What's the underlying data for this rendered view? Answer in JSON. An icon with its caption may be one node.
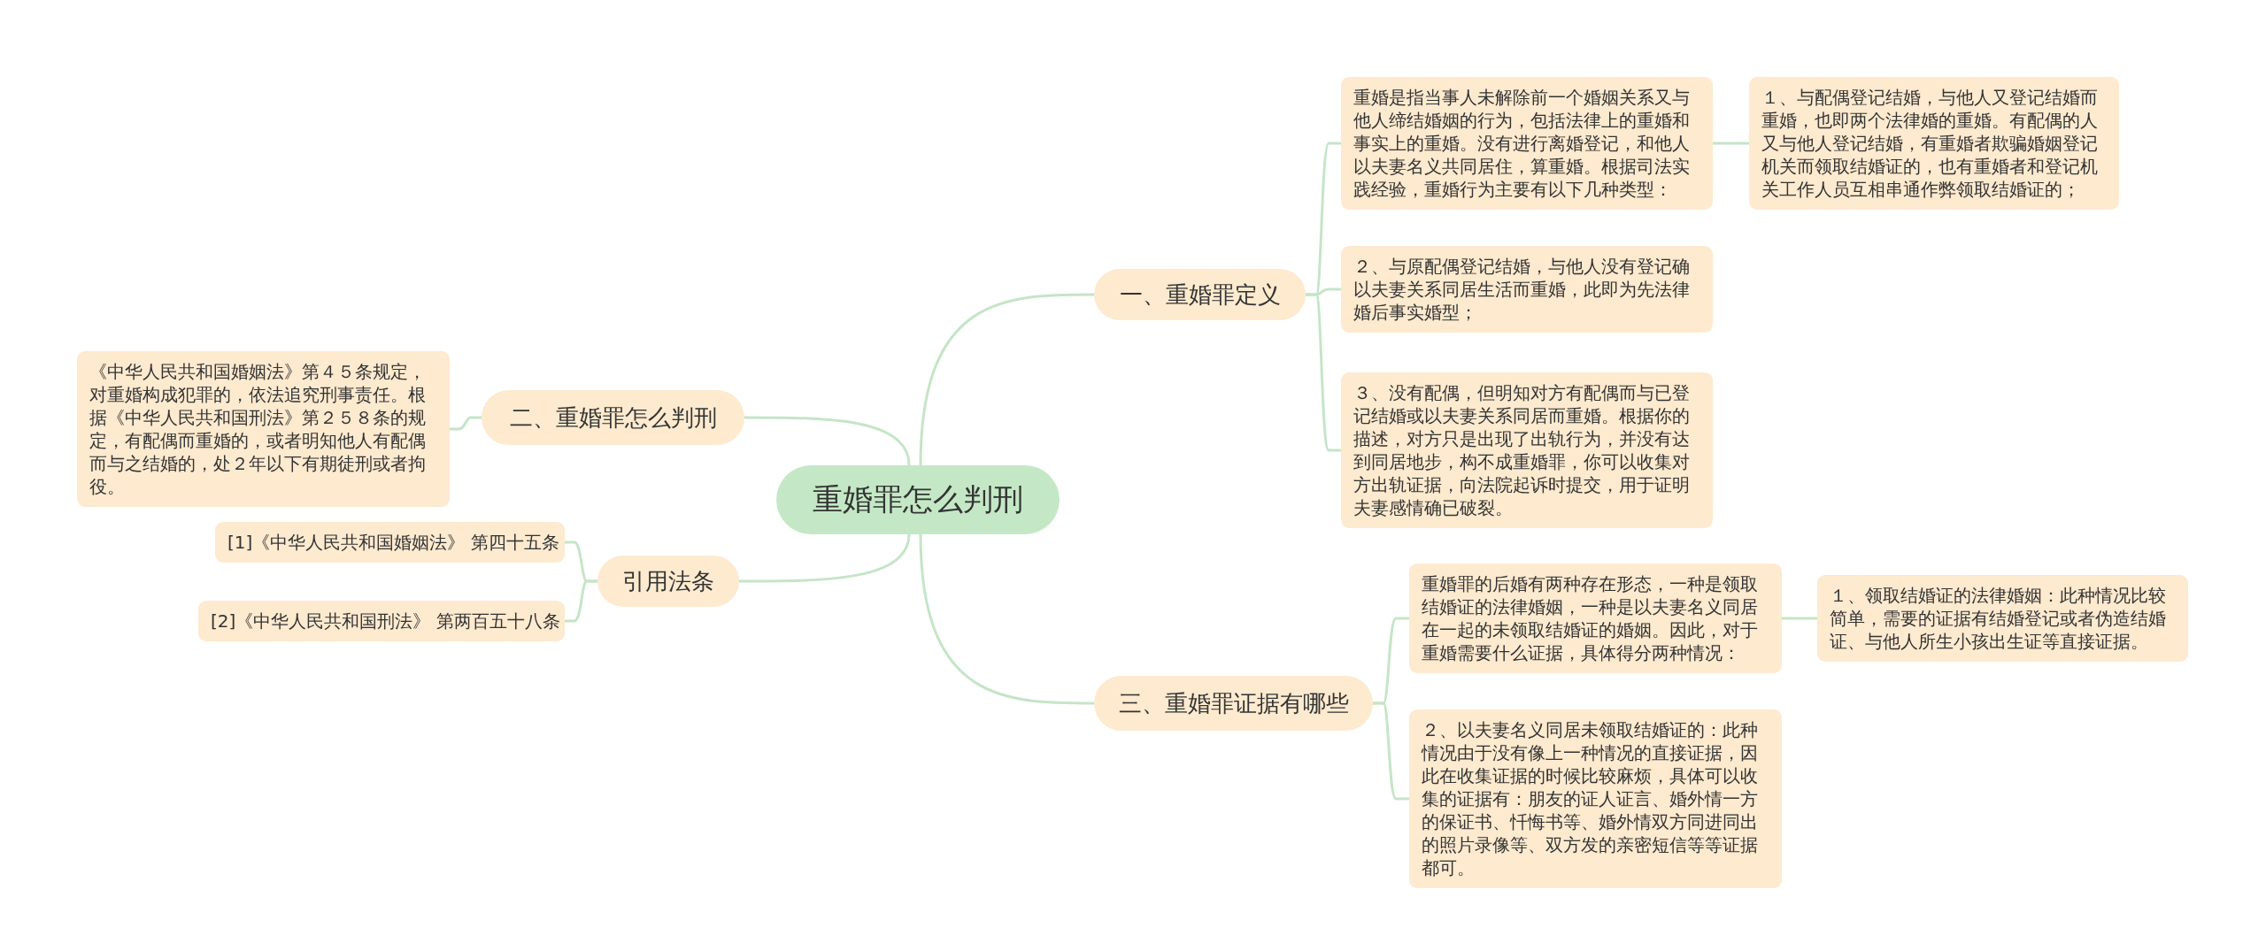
{
  "diagram": {
    "nodes": [
      {
        "text": [
          "重婚罪怎么判刑"
        ]
      },
      {
        "text": [
          "一、重婚罪定义"
        ]
      },
      {
        "text": [
          "重婚是指当事人未解除前一个婚姻关系又与他人缔结婚姻的行为，包括法律上的重婚和事实上的重婚。没有进行离婚登记，和他人以夫妻名义共同居住，算重婚。根据司法实践经验，重婚行为主要有以下几种类型："
        ]
      },
      {
        "text": [
          "１、与配偶登记结婚，与他人又登记结婚而重婚，也即两个法律婚的重婚。有配偶的人又与他人登记结婚，有重婚者欺骗婚姻登记机关而领取结婚证的，也有重婚者和登记机关工作人员互相串通作弊领取结婚证的；"
        ]
      },
      {
        "text": [
          "２、与原配偶登记结婚，与他人没有登记确以夫妻关系同居生活而重婚，此即为先法律婚后事实婚型；"
        ]
      },
      {
        "text": [
          "３、没有配偶，但明知对方有配偶而与已登记结婚或以夫妻关系同居而重婚。根据你的描述，对方只是出现了出轨行为，并没有达到同居地步，构不成重婚罪，你可以收集对方出轨证据，向法院起诉时提交，用于证明夫妻感情确已破裂。"
        ]
      },
      {
        "text": [
          "二、重婚罪怎么判刑"
        ]
      },
      {
        "text": [
          "《中华人民共和国婚姻法》第４５条规定，对重婚构成犯罪的，依法追究刑事责任。根据《中华人民共和国刑法》第２５８条的规定，有配偶而重婚的，或者明知他人有配偶而与之结婚的，处２年以下有期徒刑或者拘役。"
        ]
      },
      {
        "text": [
          "引用法条"
        ]
      },
      {
        "text": [
          "[1]《中华人民共和国婚姻法》 第四十五条"
        ]
      },
      {
        "text": [
          "[2]《中华人民共和国刑法》 第两百五十八条"
        ]
      },
      {
        "text": [
          "三、重婚罪证据有哪些"
        ]
      },
      {
        "text": [
          "重婚罪的后婚有两种存在形态，一种是领取结婚证的法律婚姻，一种是以夫妻名义同居在一起的未领取结婚证的婚姻。因此，对于重婚需要什么证据，具体得分两种情况："
        ]
      },
      {
        "text": [
          "１、领取结婚证的法律婚姻：此种情况比较简单，需要的证据有结婚登记或者伪造结婚证、与他人所生小孩出生证等直接证据。"
        ]
      },
      {
        "text": [
          "２、以夫妻名义同居未领取结婚证的：此种情况由于没有像上一种情况的直接证据，因此在收集证据的时候比较麻烦，具体可以收集的证据有：朋友的证人证言、婚外情一方的保证书、忏悔书等、婚外情双方同进同出的照片录像等、双方发的亲密短信等等证据都可。"
        ]
      }
    ],
    "edges": [
      {
        "from": 0,
        "to": 1,
        "arrow": "none"
      },
      {
        "from": 1,
        "to": 2,
        "arrow": "none"
      },
      {
        "from": 2,
        "to": 3,
        "arrow": "none"
      },
      {
        "from": 1,
        "to": 4,
        "arrow": "none"
      },
      {
        "from": 1,
        "to": 5,
        "arrow": "none"
      },
      {
        "from": 0,
        "to": 6,
        "arrow": "none"
      },
      {
        "from": 6,
        "to": 7,
        "arrow": "none"
      },
      {
        "from": 0,
        "to": 8,
        "arrow": "none"
      },
      {
        "from": 8,
        "to": 9,
        "arrow": "none"
      },
      {
        "from": 8,
        "to": 10,
        "arrow": "none"
      },
      {
        "from": 0,
        "to": 11,
        "arrow": "none"
      },
      {
        "from": 11,
        "to": 12,
        "arrow": "none"
      },
      {
        "from": 12,
        "to": 13,
        "arrow": "none"
      },
      {
        "from": 11,
        "to": 14,
        "arrow": "none"
      }
    ]
  }
}
